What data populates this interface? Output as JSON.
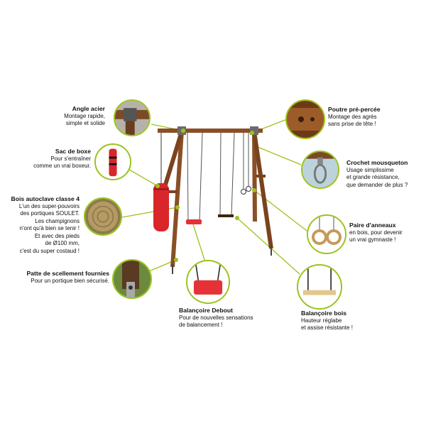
{
  "colors": {
    "accent": "#9bc31c",
    "wood": "#8a4f25",
    "wood_dark": "#5e3215",
    "red": "#d9262b"
  },
  "callouts": {
    "angle_acier": {
      "title": "Angle acier",
      "lines": [
        "Montage rapide,",
        "simple et solide"
      ],
      "icon": "steel-corner-icon"
    },
    "sac_de_boxe": {
      "title": "Sac de boxe",
      "lines": [
        "Pour s'entraîner",
        "comme un vrai boxeur."
      ],
      "icon": "punching-bag-icon"
    },
    "bois_autoclave": {
      "title": "Bois autoclave classe 4",
      "lines": [
        "L'un des super-pouvoirs",
        "des portiques SOULET.",
        "Les champignons",
        "n'ont qu'à bien se tenir !",
        "Et avec des pieds",
        "de  Ø100 mm,",
        "c'est du super costaud !"
      ],
      "icon": "wood-log-icon"
    },
    "patte_scellement": {
      "title": "Patte de scellement fournies",
      "lines": [
        "Pour un portique bien sécurisé."
      ],
      "icon": "anchor-bracket-icon"
    },
    "poutre": {
      "title": "Poutre pré-percée",
      "lines": [
        "Montage des agrès",
        "sans prise de tête !"
      ],
      "icon": "drilled-beam-icon"
    },
    "crochet": {
      "title": "Crochet mousqueton",
      "lines": [
        "Usage simplissime",
        "et grande résistance,",
        "que demander de plus ?"
      ],
      "icon": "carabiner-hook-icon"
    },
    "anneaux": {
      "title": "Paire d'anneaux",
      "lines": [
        "en bois, pour devenir",
        "un vrai gymnaste !"
      ],
      "icon": "gym-rings-icon"
    },
    "balancoire_debout": {
      "title": "Balançoire Debout",
      "lines": [
        "Pour de nouvelles sensations",
        "de balancement !"
      ],
      "icon": "standing-swing-icon"
    },
    "balancoire_bois": {
      "title": "Balançoire bois",
      "lines": [
        "Hauteur réglabe",
        "et assise résistante !"
      ],
      "icon": "wooden-swing-icon"
    }
  }
}
